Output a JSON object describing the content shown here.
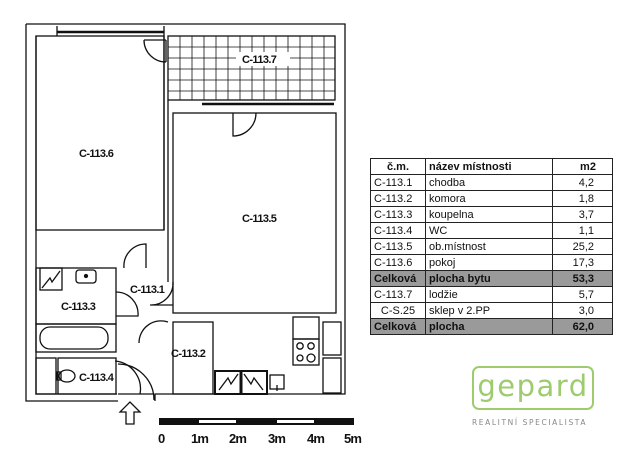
{
  "plan": {
    "rooms": [
      {
        "id": "C-113.1",
        "label": "C-113.1"
      },
      {
        "id": "C-113.2",
        "label": "C-113.2"
      },
      {
        "id": "C-113.3",
        "label": "C-113.3"
      },
      {
        "id": "C-113.4",
        "label": "C-113.4"
      },
      {
        "id": "C-113.5",
        "label": "C-113.5"
      },
      {
        "id": "C-113.6",
        "label": "C-113.6"
      },
      {
        "id": "C-113.7",
        "label": "C-113.7"
      }
    ],
    "entrance_icon": "arrow-up-outline-icon"
  },
  "scale_bar": {
    "labels": [
      "0",
      "1m",
      "2m",
      "3m",
      "4m",
      "5m"
    ]
  },
  "room_table": {
    "headers": {
      "number": "č.m.",
      "name": "název místnosti",
      "area": "m2"
    },
    "rows": [
      {
        "number": "C-113.1",
        "name": "chodba",
        "area": "4,2"
      },
      {
        "number": "C-113.2",
        "name": "komora",
        "area": "1,8"
      },
      {
        "number": "C-113.3",
        "name": "koupelna",
        "area": "3,7"
      },
      {
        "number": "C-113.4",
        "name": "WC",
        "area": "1,1"
      },
      {
        "number": "C-113.5",
        "name": "ob.místnost",
        "area": "25,2"
      },
      {
        "number": "C-113.6",
        "name": "pokoj",
        "area": "17,3"
      }
    ],
    "subtotal": {
      "label_a": "Celková",
      "label_b": "plocha bytu",
      "area": "53,3"
    },
    "extra_rows": [
      {
        "number": "C-113.7",
        "name": "lodžie",
        "area": "5,7"
      },
      {
        "number": "C-S.25",
        "name": "sklep v 2.PP",
        "area": "3,0"
      }
    ],
    "total": {
      "label_a": "Celková",
      "label_b": "plocha",
      "area": "62,0"
    },
    "total_bg": "#9a9a9a"
  },
  "logo": {
    "brand": "gepard",
    "tagline": "REALITNÍ SPECIALISTA",
    "color": "#9ecb6e"
  }
}
